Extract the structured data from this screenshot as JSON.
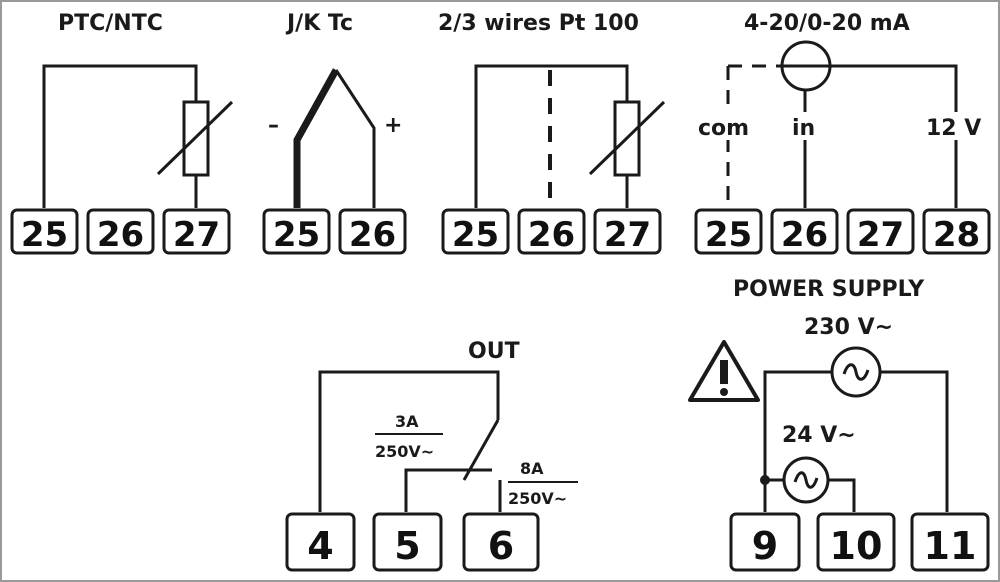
{
  "sections": {
    "ptc_ntc": {
      "title": "PTC/NTC",
      "terminals": [
        "25",
        "26",
        "27"
      ]
    },
    "thermocouple": {
      "title": "J/K Tc",
      "minus": "–",
      "plus": "+",
      "terminals": [
        "25",
        "26"
      ]
    },
    "pt100": {
      "title": "2/3 wires Pt 100",
      "terminals": [
        "25",
        "26",
        "27"
      ]
    },
    "current": {
      "title": "4-20/0-20 mA",
      "com": "com",
      "in": "in",
      "v12": "12 V",
      "terminals": [
        "25",
        "26",
        "27",
        "28"
      ]
    },
    "out": {
      "title": "OUT",
      "rating_nc_a": "3A",
      "rating_nc_v": "250V~",
      "rating_no_a": "8A",
      "rating_no_v": "250V~",
      "terminals": [
        "4",
        "5",
        "6"
      ]
    },
    "power": {
      "title": "POWER SUPPLY",
      "v230": "230 V~",
      "v24": "24 V~",
      "terminals": [
        "9",
        "10",
        "11"
      ]
    }
  },
  "icons": [
    "resistor-icon",
    "ac-source-icon",
    "current-source-icon",
    "warning-icon",
    "relay-switch-icon"
  ]
}
